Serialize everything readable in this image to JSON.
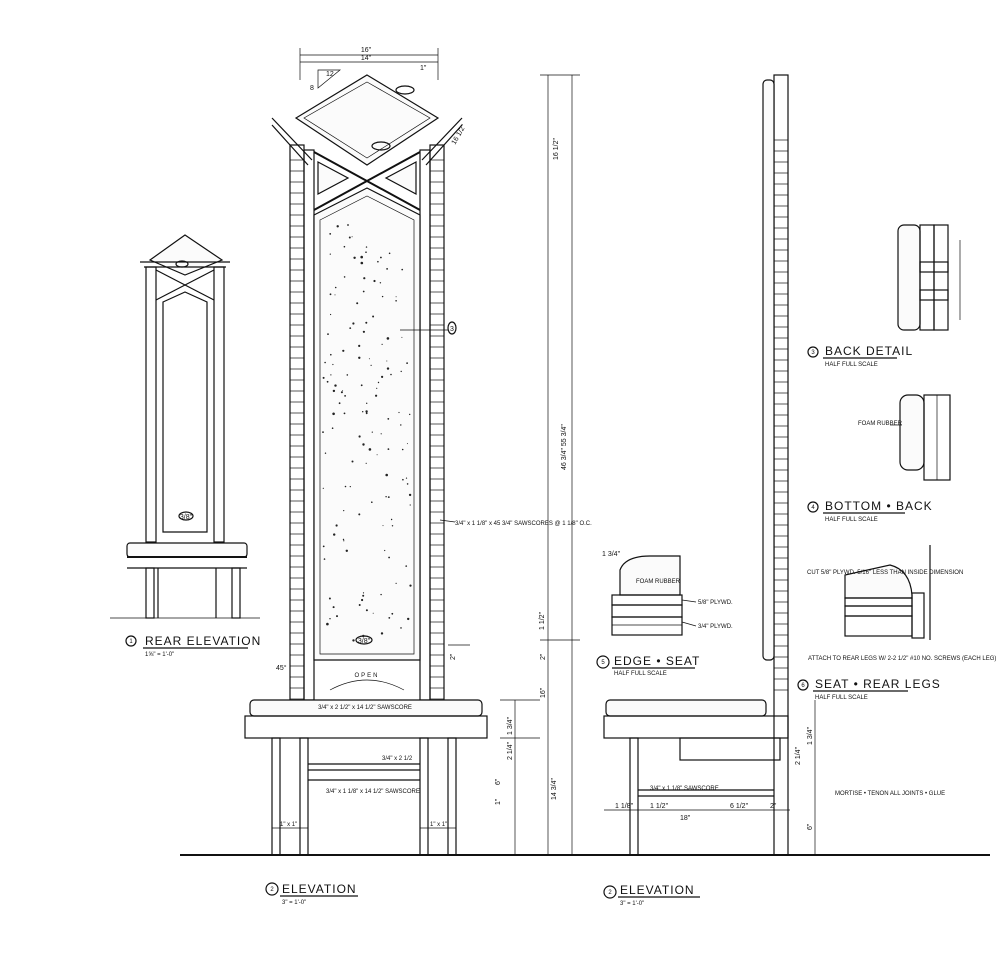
{
  "colors": {
    "ink": "#111111",
    "paper": "#ffffff"
  },
  "views": {
    "rear_elevation": {
      "number": "1",
      "title": "REAR ELEVATION",
      "scale": "1⅝\" = 1'-0\"",
      "center_mark": "3/8\""
    },
    "front_elevation": {
      "number": "2",
      "title": "ELEVATION",
      "scale": "3\" = 1'-0\"",
      "open_label": "OPEN",
      "center_mark": "3/8\""
    },
    "side_elevation": {
      "number": "2",
      "title": "ELEVATION",
      "scale": "3\" = 1'-0\""
    },
    "back_detail": {
      "number": "3",
      "title": "BACK DETAIL",
      "scale": "HALF FULL SCALE"
    },
    "bottom_back": {
      "number": "4",
      "title": "BOTTOM • BACK",
      "scale": "HALF FULL SCALE",
      "foam_note": "FOAM RUBBER"
    },
    "edge_seat": {
      "number": "5",
      "title": "EDGE • SEAT",
      "scale": "HALF FULL SCALE",
      "notes": [
        "FOAM RUBBER",
        "5/8\" PLYWD.",
        "3/4\" PLYWD."
      ]
    },
    "seat_rear_legs": {
      "number": "6",
      "title": "SEAT • REAR LEGS",
      "scale": "HALF FULL SCALE",
      "notes": [
        "CUT 5/8\" PLYWD. 5/16\" LESS THAN INSIDE DIMENSION",
        "ATTACH TO REAR LEGS W/ 2-2 1/2\" #10 NO. SCREWS (EACH LEG)"
      ]
    }
  },
  "dimensions": {
    "top_outer": "16\"",
    "top_inner": "14\"",
    "top_left": "12",
    "top_right": "1\"",
    "top_corner": "8",
    "top_drop": "16 1/2\"",
    "overall": "46 3/4\" 55 3/4\"",
    "frame_label": "3",
    "back_strips": "3/4\" x 1 1/8\" x 45 3/4\" SAWSCORES @ 1 1/8\" O.C.",
    "seat_note": "3/4\" x 2 1/2\" x 14 1/2\" SAWSCORE",
    "apron": "3/4\" x 2 1/2",
    "stretcher": "3/4\" x 1 1/8\" x 14 1/2\" SAWSCORE",
    "leg_gap": "2\"",
    "slot": "1 1/2\"",
    "seat_block": "2\"",
    "seat_h": "1 3/4\"",
    "apron_h": "2 1/4\"",
    "leg_h": "14 3/4\"",
    "stretch_h": "6\"",
    "foot": "1\"",
    "leg_left": "1\" x 1\"",
    "leg_right": "1\" x 1\"",
    "frame_angle": "45°",
    "wall_h": "16\"",
    "side_left": "1 1/8\"",
    "side_mid": "1 1/2\"",
    "side_seat": "18\"",
    "side_right": "6 1/2\"",
    "side_leg": "2\"",
    "side_apron": "2 1/4\"",
    "side_top": "1 3/4\"",
    "side_low": "6\"",
    "side_note": "3/4\" x 1 1/8\" SAWSCORE",
    "mortise": "MORTISE • TENON ALL JOINTS • GLUE"
  }
}
